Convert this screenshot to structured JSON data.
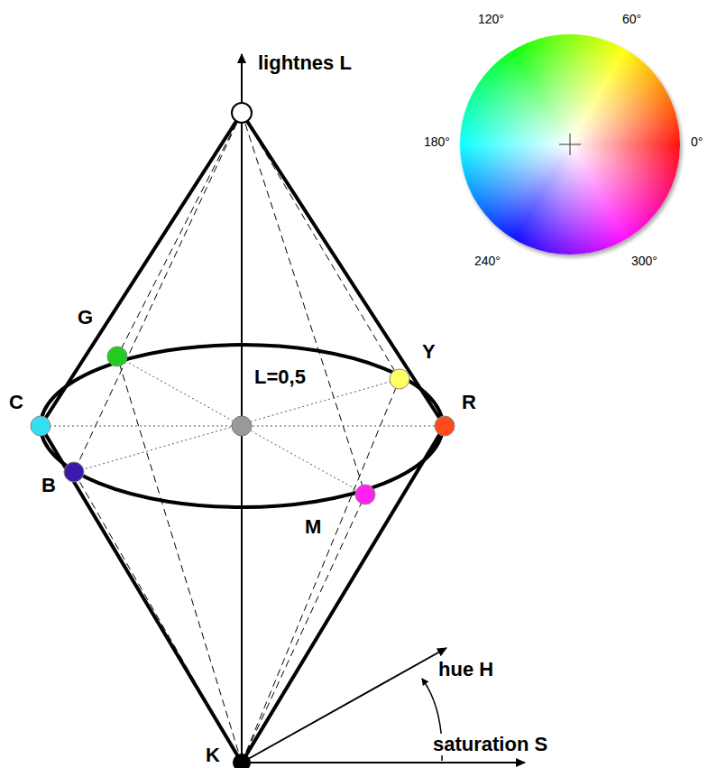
{
  "diagram": {
    "labels": [
      "lightnes L",
      "120°",
      "60°",
      "180°",
      "0°",
      "240°",
      "300°",
      "G",
      "Y",
      "L=0,5",
      "C",
      "R",
      "B",
      "M",
      "hue H",
      "K",
      "saturation S"
    ]
  }
}
